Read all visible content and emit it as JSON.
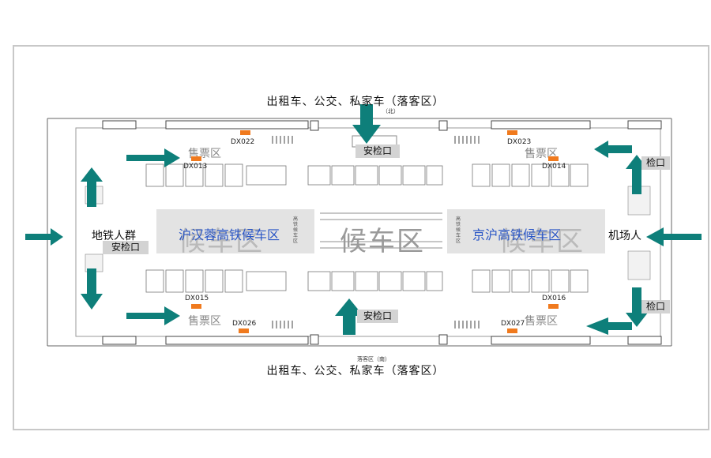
{
  "labels": {
    "top_dropoff": "出租车、公交、私家车（落客区）",
    "bottom_dropoff": "出租车、公交、私家车（落客区）",
    "north_tag": "（北）",
    "south_tag": "落客区（南）",
    "metro": "地铁人群",
    "airport": "机场人",
    "waiting_center": "候车区",
    "waiting_left_bg": "候车区",
    "waiting_right_bg": "候车区",
    "zone_left": "沪汉蓉高铁候车区",
    "zone_right": "京沪高铁候车区",
    "small_vertical_left": "高铁候车区",
    "small_vertical_right": "高铁候车区"
  },
  "security_gates": [
    {
      "id": "north",
      "label": "安检口"
    },
    {
      "id": "south",
      "label": "安检口"
    },
    {
      "id": "west",
      "label": "安检口"
    },
    {
      "id": "east_top",
      "label": "检口"
    },
    {
      "id": "east_bottom",
      "label": "检口"
    }
  ],
  "ticket_areas": [
    {
      "id": "nw",
      "label": "售票区"
    },
    {
      "id": "ne",
      "label": "售票区"
    },
    {
      "id": "sw",
      "label": "售票区"
    },
    {
      "id": "se",
      "label": "售票区"
    }
  ],
  "ad_spots": [
    {
      "id": "DX022",
      "label": "DX022"
    },
    {
      "id": "DX023",
      "label": "DX023"
    },
    {
      "id": "DX013",
      "label": "DX013"
    },
    {
      "id": "DX014",
      "label": "DX014"
    },
    {
      "id": "DX015",
      "label": "DX015"
    },
    {
      "id": "DX016",
      "label": "DX016"
    },
    {
      "id": "DX026",
      "label": "DX026"
    },
    {
      "id": "DX027",
      "label": "DX027"
    }
  ],
  "colors": {
    "arrow": "#0e7f7a",
    "ad_marker": "#f07a1e",
    "zone_name": "#2a56c6",
    "gate_bg": "#d3d3d3"
  }
}
